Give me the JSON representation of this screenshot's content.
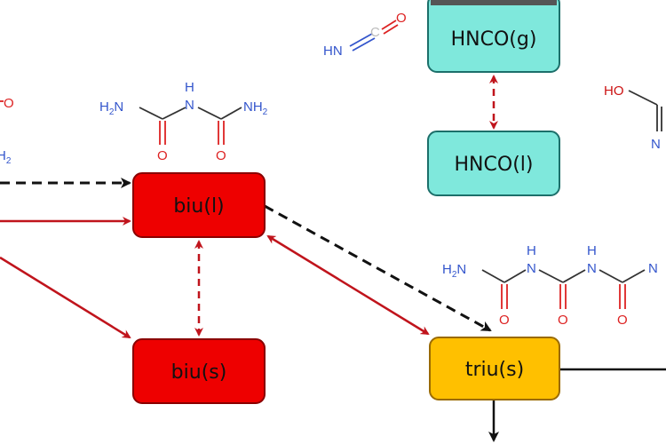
{
  "colors": {
    "red_box": "#ee0000",
    "red_border": "#8a0000",
    "cyan_box": "#7fe8dc",
    "cyan_border": "#1c6f6a",
    "orange_box": "#ffc000",
    "orange_border": "#9a6a00",
    "arrow_red": "#c0141c",
    "arrow_black": "#111111",
    "nitrogen_blue": "#3355cc",
    "oxygen_red": "#dd2222",
    "hydroxyl_red": "#cc1111"
  },
  "nodes": {
    "hnco_g": "HNCO(g)",
    "hnco_l": "HNCO(l)",
    "biu_l": "biu(l)",
    "biu_s": "biu(s)",
    "triu_s": "triu(s)"
  },
  "molecules": {
    "isocyanic_acid": {
      "n": "HN",
      "c": "C",
      "o": "O"
    },
    "biuret": {
      "left_amine": "H",
      "left_amine_sub": "2",
      "left_amine_n": "N",
      "nh_h": "H",
      "nh_n": "N",
      "right_amine": "NH",
      "right_amine_sub": "2",
      "o1": "O",
      "o2": "O"
    },
    "triuret": {
      "left_amine": "H",
      "left_amine_sub": "2",
      "left_amine_n": "N",
      "nh1_h": "H",
      "nh1_n": "N",
      "nh2_h": "H",
      "nh2_n": "N",
      "right_n": "N",
      "o1": "O",
      "o2": "O",
      "o3": "O"
    },
    "left_edge_fragment": {
      "o": "O",
      "h": "H",
      "sub": "2"
    },
    "right_edge_fragment": {
      "ho": "HO",
      "n": "N"
    }
  }
}
